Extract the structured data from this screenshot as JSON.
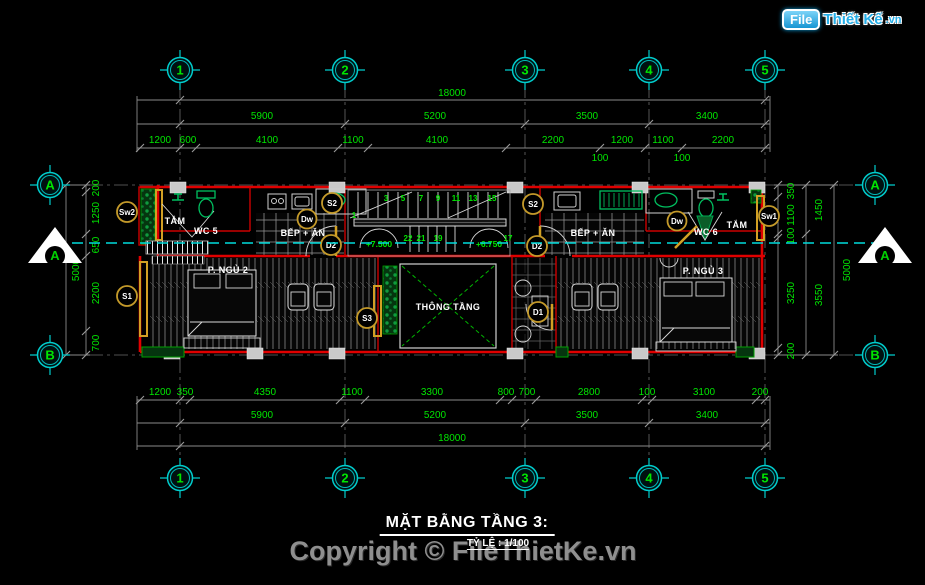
{
  "logo": {
    "file": "File",
    "name": "Thiết Kế",
    "domain": ".vn"
  },
  "grid": {
    "columns": [
      "1",
      "2",
      "3",
      "4",
      "5"
    ],
    "rows": [
      "A",
      "B"
    ]
  },
  "section": {
    "label": "A"
  },
  "dims": {
    "top_overall": "18000",
    "top_major": [
      "5900",
      "5200",
      "3500",
      "3400"
    ],
    "top_minor": [
      "1200",
      "600",
      "4100",
      "1100",
      "4100",
      "2200",
      "1200",
      "1100",
      "2200"
    ],
    "top_offsets": [
      "100",
      "100"
    ],
    "bottom_minor": [
      "1200",
      "350",
      "4350",
      "1100",
      "3300",
      "800",
      "700",
      "2800",
      "100",
      "3100",
      "200"
    ],
    "bottom_major": [
      "5900",
      "5200",
      "3500",
      "3400"
    ],
    "bottom_overall": "18000",
    "left_minor": [
      "200",
      "1250",
      "650",
      "2200",
      "700"
    ],
    "left_overall": "5000",
    "right_minor": [
      "350",
      "1100",
      "100",
      "3250",
      "200"
    ],
    "right_mid": [
      "1450",
      "3550"
    ],
    "right_overall": "5000"
  },
  "rooms": {
    "bath_left": "TẮM",
    "wc_left": "WC 5",
    "kitchen_left": "BẾP + ĂN",
    "bedroom_left": "P. NGỦ 2",
    "void": "THÔNG TẦNG",
    "kitchen_right": "BẾP + ĂN",
    "wc_right": "WC 6",
    "bath_right": "TẮM",
    "bedroom_right": "P. NGỦ 3"
  },
  "tags": {
    "sw2": "Sw2",
    "dw_left": "Dw",
    "s2_left": "S2",
    "d2_left": "D2",
    "s1": "S1",
    "s3": "S3",
    "d1": "D1",
    "s2_right": "S2",
    "d2_right": "D2",
    "dw_right": "Dw",
    "sw1": "Sw1"
  },
  "stairs": {
    "up_numbers": [
      "3",
      "5",
      "7",
      "9",
      "11",
      "13",
      "15"
    ],
    "down_numbers": [
      "22",
      "21",
      "19",
      "17"
    ],
    "start": "1",
    "level_left": "+7.500",
    "level_right": "+6.750"
  },
  "title": {
    "main": "MẶT BẰNG TẦNG 3:",
    "scale": "TỶ LỆ : 1/100",
    "copyright": "Copyright © FileThietKe.vn"
  }
}
